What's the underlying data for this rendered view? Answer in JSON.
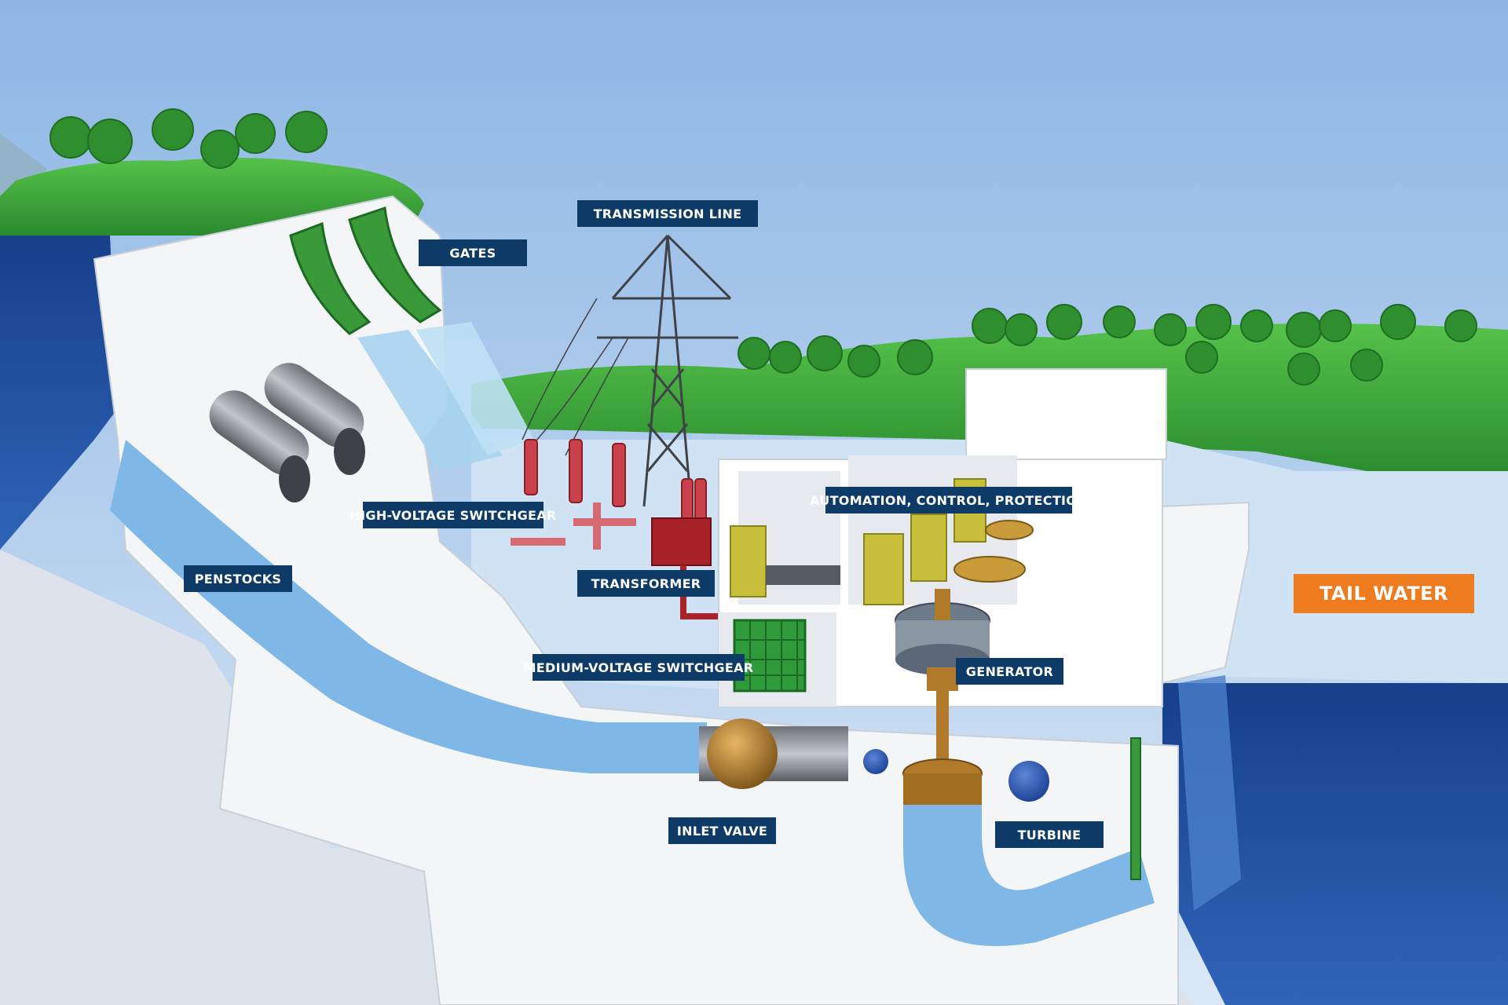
{
  "labels": {
    "transmission_line": "TRANSMISSION LINE",
    "gates": "GATES",
    "high_voltage_switchgear": "HIGH-VOLTAGE SWITCHGEAR",
    "penstocks": "PENSTOCKS",
    "transformer": "TRANSFORMER",
    "automation": "AUTOMATION, CONTROL, PROTECTION",
    "medium_voltage_switchgear": "MEDIUM-VOLTAGE SWITCHGEAR",
    "generator": "GENERATOR",
    "tail_water": "TAIL WATER",
    "inlet_valve": "INLET VALVE",
    "turbine": "TURBINE"
  },
  "colors": {
    "label_background": "#0d3a66",
    "accent": "#ee7b1e",
    "water_deep": "#1f4fa0",
    "water_light": "#7fb8e6",
    "grass": "#3aa83a",
    "concrete": "#f4f6f8",
    "copper": "#b07a2a",
    "transformer_red": "#a8222a",
    "switchgear_green": "#2e9a3a",
    "cabinet_yellow": "#c8bf3a"
  }
}
